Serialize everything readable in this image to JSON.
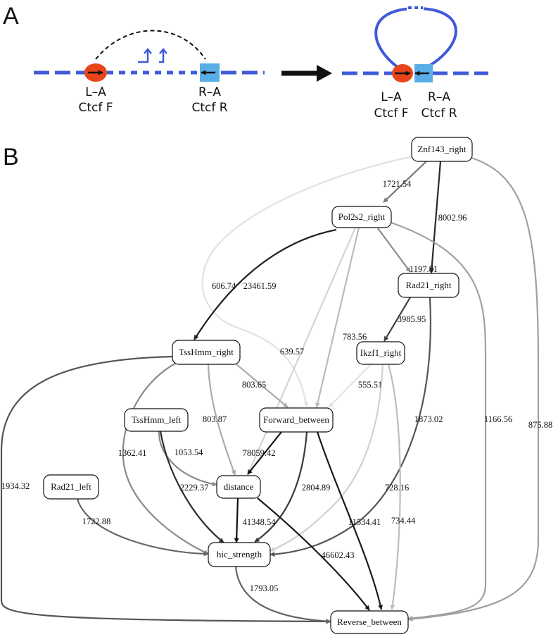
{
  "panels": {
    "a": {
      "letter": "A"
    },
    "b": {
      "letter": "B"
    }
  },
  "panel_a": {
    "left_site": {
      "line1": "L–A",
      "line2": "Ctcf F"
    },
    "right_site": {
      "line1": "R–A",
      "line2": "Ctcf R"
    },
    "looped_left_site": {
      "line1": "L–A",
      "line2": "Ctcf F"
    },
    "looped_right_site": {
      "line1": "R–A",
      "line2": "Ctcf R"
    },
    "colors": {
      "dna": "#3f5bd8",
      "ctcf_forward": "#e8431a",
      "ctcf_reverse": "#5aaee8",
      "transition_arrow": "#111111"
    }
  },
  "graph": {
    "nodes": [
      {
        "id": "znf143_right",
        "label": "Znf143_right"
      },
      {
        "id": "pol2s2_right",
        "label": "Pol2s2_right"
      },
      {
        "id": "rad21_right",
        "label": "Rad21_right"
      },
      {
        "id": "tsshmm_right",
        "label": "TssHmm_right"
      },
      {
        "id": "ikzf1_right",
        "label": "Ikzf1_right"
      },
      {
        "id": "tsshmm_left",
        "label": "TssHmm_left"
      },
      {
        "id": "forward_between",
        "label": "Forward_between"
      },
      {
        "id": "rad21_left",
        "label": "Rad21_left"
      },
      {
        "id": "distance",
        "label": "distance"
      },
      {
        "id": "hic_strength",
        "label": "hic_strength"
      },
      {
        "id": "reverse_between",
        "label": "Reverse_between"
      }
    ],
    "edges": [
      {
        "id": "e1",
        "source": "znf143_right",
        "target": "pol2s2_right",
        "weight": "1721.54",
        "color": "#777777"
      },
      {
        "id": "e2",
        "source": "znf143_right",
        "target": "rad21_right",
        "weight": "8002.96",
        "color": "#2a2a2a"
      },
      {
        "id": "e3",
        "source": "znf143_right",
        "target": "reverse_between",
        "weight": "875.88",
        "color": "#a0a0a0"
      },
      {
        "id": "e4",
        "source": "znf143_right",
        "target": "forward_between",
        "weight": "606.74",
        "color": "#e2e2e2"
      },
      {
        "id": "e5",
        "source": "pol2s2_right",
        "target": "tsshmm_right",
        "weight": "23461.59",
        "color": "#222222"
      },
      {
        "id": "e6",
        "source": "pol2s2_right",
        "target": "rad21_right",
        "weight": "1197.81",
        "color": "#8c8c8c"
      },
      {
        "id": "e7",
        "source": "pol2s2_right",
        "target": "distance",
        "weight": "639.57",
        "color": "#d4d4d4"
      },
      {
        "id": "e8",
        "source": "pol2s2_right",
        "target": "forward_between",
        "weight": "783.56",
        "color": "#bbbbbb"
      },
      {
        "id": "e9",
        "source": "pol2s2_right",
        "target": "reverse_between",
        "weight": "1166.56",
        "color": "#a0a0a0"
      },
      {
        "id": "e10",
        "source": "rad21_right",
        "target": "ikzf1_right",
        "weight": "3985.95",
        "color": "#444444"
      },
      {
        "id": "e11",
        "source": "rad21_right",
        "target": "hic_strength",
        "weight": "1873.02",
        "color": "#555555"
      },
      {
        "id": "e12",
        "source": "ikzf1_right",
        "target": "forward_between",
        "weight": "555.51",
        "color": "#e2e2e2"
      },
      {
        "id": "e13",
        "source": "ikzf1_right",
        "target": "hic_strength",
        "weight": "728.16",
        "color": "#d0d0d0"
      },
      {
        "id": "e14",
        "source": "ikzf1_right",
        "target": "reverse_between",
        "weight": "734.44",
        "color": "#bdbdbd"
      },
      {
        "id": "e15",
        "source": "tsshmm_right",
        "target": "forward_between",
        "weight": "803.65",
        "color": "#aaaaaa"
      },
      {
        "id": "e16",
        "source": "tsshmm_right",
        "target": "distance",
        "weight": "803.87",
        "color": "#aaaaaa"
      },
      {
        "id": "e17",
        "source": "tsshmm_right",
        "target": "hic_strength",
        "weight": "1362.41",
        "color": "#8a8a8a"
      },
      {
        "id": "e18",
        "source": "tsshmm_right",
        "target": "reverse_between",
        "weight": "1934.32",
        "color": "#555555"
      },
      {
        "id": "e19",
        "source": "tsshmm_left",
        "target": "distance",
        "weight": "1053.54",
        "color": "#8a8a8a"
      },
      {
        "id": "e20",
        "source": "tsshmm_left",
        "target": "hic_strength",
        "weight": "2229.37",
        "color": "#2f2f2f"
      },
      {
        "id": "e21",
        "source": "forward_between",
        "target": "distance",
        "weight": "78059.42",
        "color": "#111111"
      },
      {
        "id": "e22",
        "source": "forward_between",
        "target": "hic_strength",
        "weight": "2804.89",
        "color": "#3a3a3a"
      },
      {
        "id": "e23",
        "source": "forward_between",
        "target": "reverse_between",
        "weight": "11534.41",
        "color": "#1a1a1a"
      },
      {
        "id": "e24",
        "source": "rad21_left",
        "target": "hic_strength",
        "weight": "1722.88",
        "color": "#666666"
      },
      {
        "id": "e25",
        "source": "distance",
        "target": "hic_strength",
        "weight": "41348.54",
        "color": "#111111"
      },
      {
        "id": "e26",
        "source": "distance",
        "target": "reverse_between",
        "weight": "46602.43",
        "color": "#1a1a1a"
      },
      {
        "id": "e27",
        "source": "hic_strength",
        "target": "reverse_between",
        "weight": "1793.05",
        "color": "#666666"
      }
    ]
  }
}
